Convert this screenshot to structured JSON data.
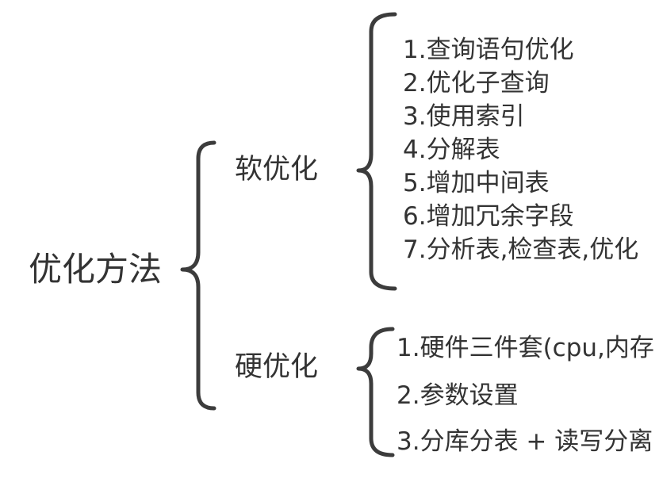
{
  "diagram": {
    "root": {
      "label": "优化方法"
    },
    "branches": [
      {
        "label": "软优化",
        "items": [
          "1.查询语句优化",
          "2.优化子查询",
          "3.使用索引",
          "4.分解表",
          "5.增加中间表",
          "6.增加冗余字段",
          "7.分析表,检查表,优化"
        ]
      },
      {
        "label": "硬优化",
        "items": [
          "1.硬件三件套(cpu,内存",
          "2.参数设置",
          "3.分库分表 + 读写分离"
        ]
      }
    ],
    "colors": {
      "text": "#333333",
      "bracket": "#3c3c3c",
      "background": "#ffffff"
    }
  }
}
